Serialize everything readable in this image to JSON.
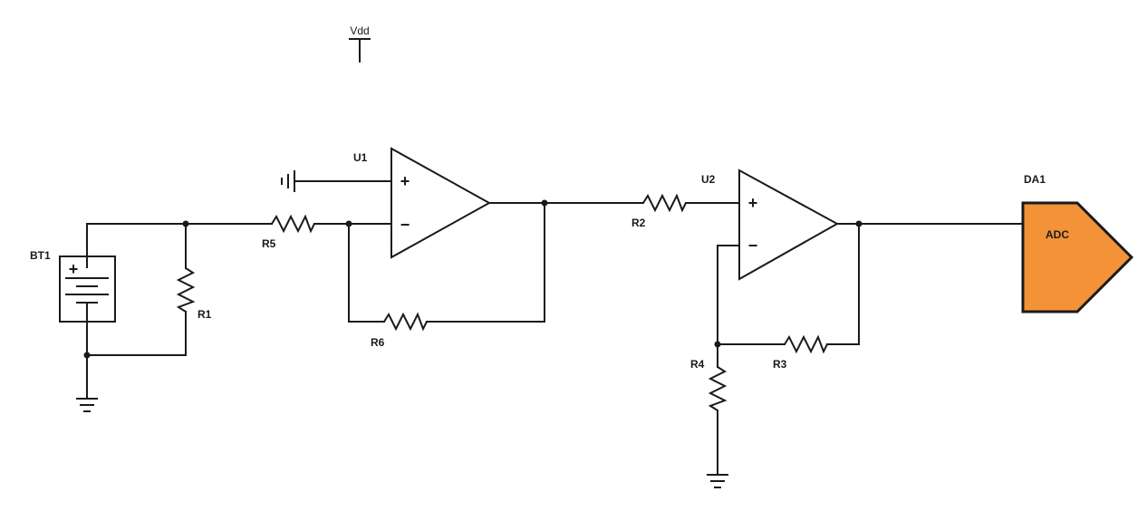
{
  "diagram": {
    "power_label": "Vdd",
    "components": {
      "bt1": {
        "ref": "BT1",
        "plus": "+"
      },
      "r1": {
        "ref": "R1"
      },
      "r2": {
        "ref": "R2"
      },
      "r3": {
        "ref": "R3"
      },
      "r4": {
        "ref": "R4"
      },
      "r5": {
        "ref": "R5"
      },
      "r6": {
        "ref": "R6"
      },
      "u1": {
        "ref": "U1",
        "plus": "+",
        "minus": "−"
      },
      "u2": {
        "ref": "U2",
        "plus": "+",
        "minus": "−"
      },
      "da1": {
        "ref": "DA1",
        "text": "ADC",
        "fill": "#F39237"
      }
    },
    "colors": {
      "line": "#1a1a1a",
      "adc_fill": "#F39237"
    }
  }
}
